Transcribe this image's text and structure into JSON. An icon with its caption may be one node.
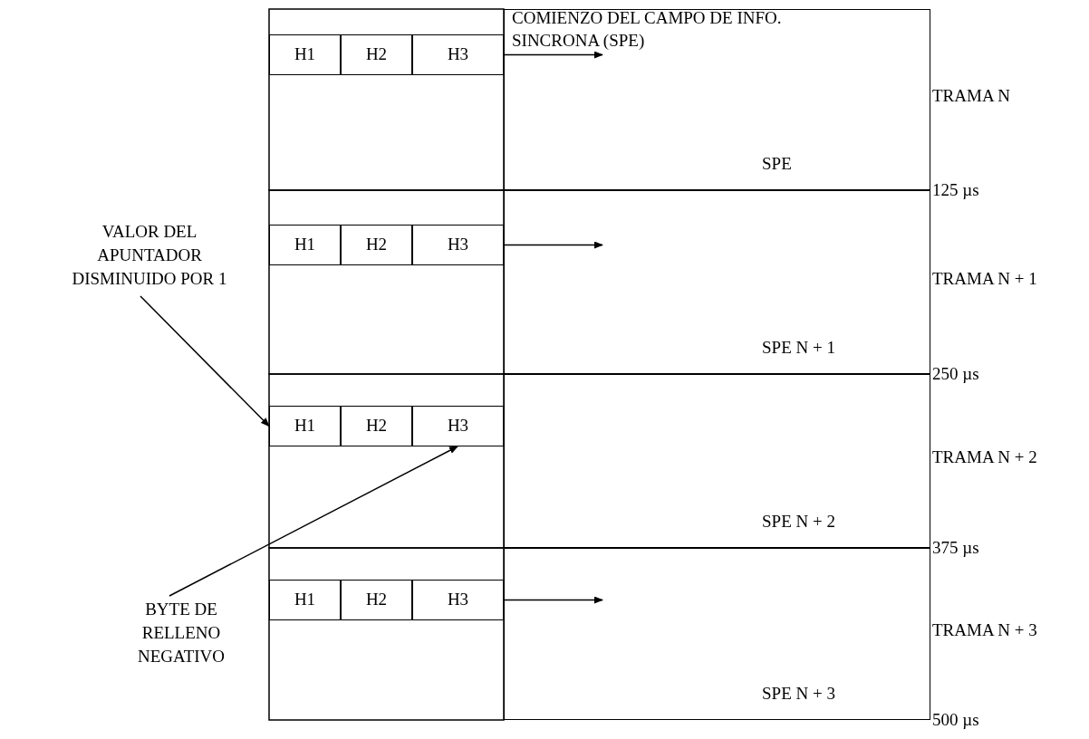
{
  "diagram": {
    "nodes": [
      {
        "text": [
          "H1"
        ]
      },
      {
        "text": [
          "H2"
        ]
      },
      {
        "text": [
          "H3"
        ]
      },
      {
        "text": [
          "COMIENZO DEL CAMPO DE INFO. SINCRONA (SPE)",
          "SPE"
        ],
        "beside": [
          "TRAMA N",
          "125 µs"
        ]
      },
      {
        "text": [
          "H1"
        ]
      },
      {
        "text": [
          "H2"
        ]
      },
      {
        "text": [
          "H3"
        ]
      },
      {
        "text": [
          "SPE N + 1"
        ],
        "beside": [
          "TRAMA N + 1",
          "250 µs"
        ]
      },
      {
        "text": [
          "H1"
        ]
      },
      {
        "text": [
          "H2"
        ]
      },
      {
        "text": [
          "H3"
        ]
      },
      {
        "text": [
          "SPE N + 2"
        ],
        "beside": [
          "TRAMA N + 2",
          "375 µs"
        ]
      },
      {
        "text": [
          "H1"
        ]
      },
      {
        "text": [
          "H2"
        ]
      },
      {
        "text": [
          "H3"
        ]
      },
      {
        "text": [
          "SPE N + 3"
        ],
        "beside": [
          "TRAMA N + 3",
          "500 µs"
        ]
      },
      {
        "text": [
          "VALOR DEL APUNTADOR DISMINUIDO POR 1"
        ]
      },
      {
        "text": [
          "BYTE DE RELLENO NEGATIVO"
        ]
      }
    ],
    "edges": [
      {
        "from": 2,
        "to": 3,
        "arrow": "to"
      },
      {
        "from": 6,
        "to": 7,
        "arrow": "to"
      },
      {
        "from": 14,
        "to": 15,
        "arrow": "to"
      },
      {
        "from": 16,
        "to": 8,
        "arrow": "to"
      },
      {
        "from": 17,
        "to": 10,
        "arrow": "to"
      }
    ]
  }
}
